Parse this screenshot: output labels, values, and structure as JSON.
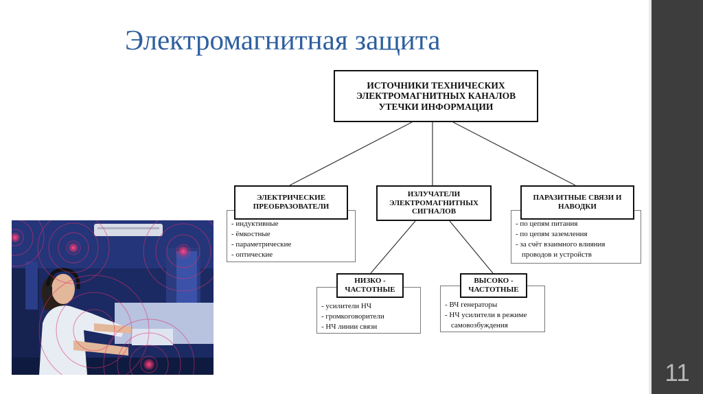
{
  "title": "Электромагнитная защита",
  "page_number": "11",
  "diagram": {
    "root": "ИСТОЧНИКИ ТЕХНИЧЕСКИХ ЭЛЕКТРОМАГНИТНЫХ КАНАЛОВ УТЕЧКИ ИНФОРМАЦИИ",
    "converters": {
      "label": "ЭЛЕКТРИЧЕСКИЕ ПРЕОБРАЗОВАТЕЛИ",
      "items": [
        "- индуктивные",
        "- ёмкостные",
        "- параметрические",
        "- оптические"
      ]
    },
    "emitters": {
      "label": "ИЗЛУЧАТЕЛИ ЭЛЕКТРОМАГНИТНЫХ СИГНАЛОВ"
    },
    "parasitic": {
      "label": "ПАРАЗИТНЫЕ СВЯЗИ И НАВОДКИ",
      "items": [
        "- по цепям питания",
        "- по цепям заземления",
        "- за счёт  взаимного влияния",
        "проводов и устройств"
      ]
    },
    "low_freq": {
      "label": "НИЗКО - ЧАСТОТНЫЕ",
      "items": [
        "- усилители НЧ",
        "- громкоговорители",
        "- НЧ линии связи"
      ]
    },
    "high_freq": {
      "label": "ВЫСОКО - ЧАСТОТНЫЕ",
      "items": [
        "- ВЧ генераторы",
        "- НЧ усилители в режиме",
        "самовозбуждения"
      ]
    }
  },
  "colors": {
    "title": "#2e5f9e",
    "sidebar": "#3d3d3d",
    "photo_bg": "#1b2a63",
    "wave": "#e0306a"
  }
}
